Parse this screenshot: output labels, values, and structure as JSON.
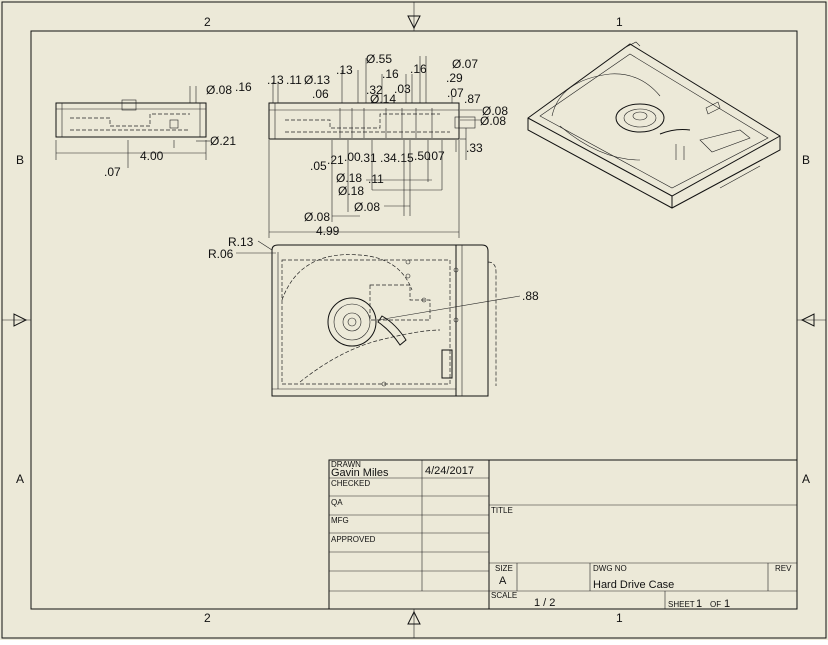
{
  "zones": {
    "top_left": "2",
    "top_right": "1",
    "bottom_left": "2",
    "bottom_right": "1",
    "left_upper": "B",
    "left_lower": "A",
    "right_upper": "B",
    "right_lower": "A"
  },
  "dimensions": {
    "front_view": [
      ".16",
      "Ø.08",
      "4.00",
      ".07",
      "Ø.21"
    ],
    "side_view": [
      ".13",
      ".11",
      "Ø.13",
      ".13",
      "Ø.55",
      ".16",
      ".16",
      "Ø.07",
      ".06",
      ".32",
      "Ø.14",
      ".03",
      ".29",
      ".07",
      ".87",
      "Ø.08",
      "Ø.08",
      ".05",
      ".21",
      ".00",
      ".31",
      ".34",
      ".15",
      ".50",
      ".07",
      ".33",
      "Ø.18",
      ".11",
      "Ø.18",
      "Ø.08",
      "Ø.08",
      "4.99"
    ],
    "top_view": [
      "R.13",
      "R.06",
      ".88"
    ]
  },
  "title_block": {
    "drawn_label": "DRAWN",
    "drawn_name": "Gavin Miles",
    "drawn_date": "4/24/2017",
    "checked_label": "CHECKED",
    "qa_label": "QA",
    "mfg_label": "MFG",
    "approved_label": "APPROVED",
    "title_label": "TITLE",
    "size_label": "SIZE",
    "size_value": "A",
    "dwg_no_label": "DWG NO",
    "dwg_no_value": "Hard Drive Case",
    "rev_label": "REV",
    "scale_label": "SCALE",
    "scale_value": "1 / 2",
    "sheet_label": "SHEET",
    "sheet_num": "1",
    "sheet_of": "OF",
    "sheet_total": "1"
  }
}
